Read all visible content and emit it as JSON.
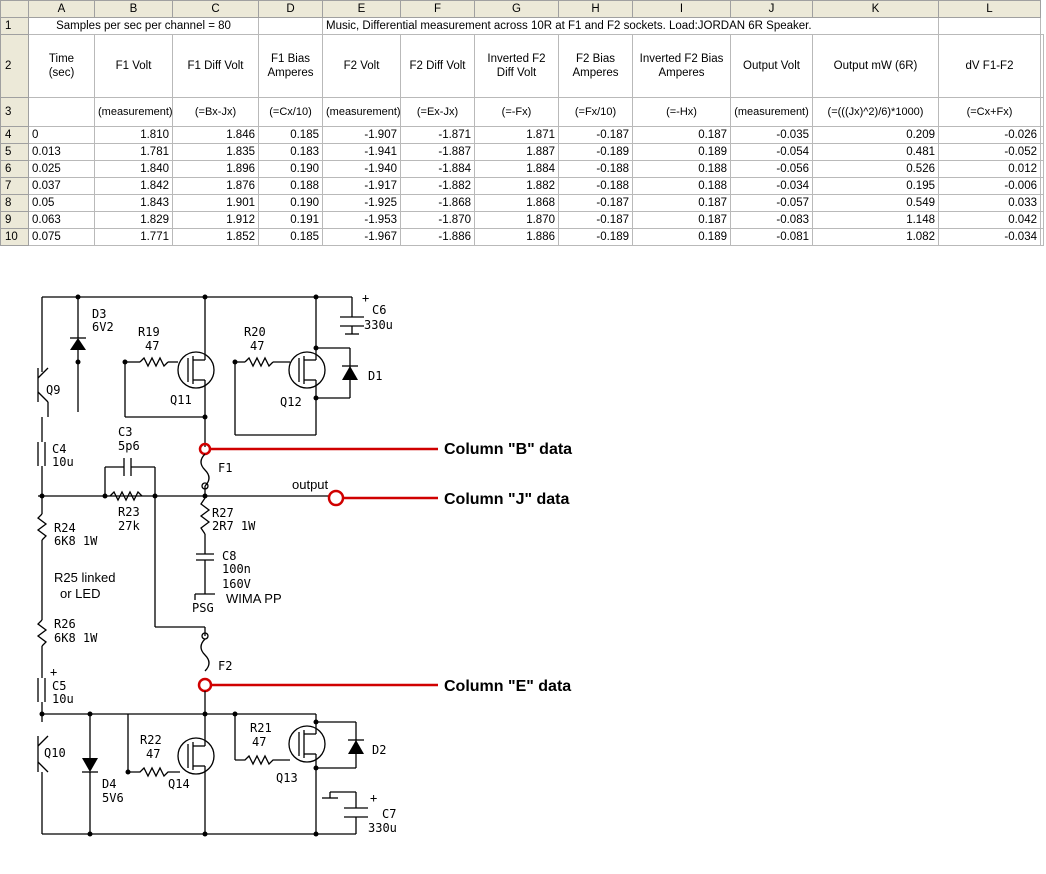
{
  "sheet": {
    "col_letters": [
      "A",
      "B",
      "C",
      "D",
      "E",
      "F",
      "G",
      "H",
      "I",
      "J",
      "K",
      "L"
    ],
    "row_numbers": [
      "1",
      "2",
      "3",
      "4",
      "5",
      "6",
      "7",
      "8",
      "9",
      "10"
    ],
    "row1": {
      "a_c": "Samples per sec per channel = 80",
      "e_k": "Music, Differential measurement across 10R at F1 and F2 sockets. Load:JORDAN 6R Speaker."
    },
    "headers": [
      "Time\n(sec)",
      "F1 Volt",
      "F1 Diff Volt",
      "F1 Bias\nAmperes",
      "F2 Volt",
      "F2 Diff Volt",
      "Inverted F2\nDiff Volt",
      "F2 Bias\nAmperes",
      "Inverted F2 Bias\nAmperes",
      "Output Volt",
      "Output mW (6R)",
      "dV        F1-F2"
    ],
    "formulas": [
      "",
      "(measurement)",
      "(=Bx-Jx)",
      "(=Cx/10)",
      "(measurement)",
      "(=Ex-Jx)",
      "(=-Fx)",
      "(=Fx/10)",
      "(=-Hx)",
      "(measurement)",
      "(=(((Jx)^2)/6)*1000)",
      "(=Cx+Fx)"
    ],
    "rows": [
      [
        "0",
        "1.810",
        "1.846",
        "0.185",
        "-1.907",
        "-1.871",
        "1.871",
        "-0.187",
        "0.187",
        "-0.035",
        "0.209",
        "-0.026"
      ],
      [
        "0.013",
        "1.781",
        "1.835",
        "0.183",
        "-1.941",
        "-1.887",
        "1.887",
        "-0.189",
        "0.189",
        "-0.054",
        "0.481",
        "-0.052"
      ],
      [
        "0.025",
        "1.840",
        "1.896",
        "0.190",
        "-1.940",
        "-1.884",
        "1.884",
        "-0.188",
        "0.188",
        "-0.056",
        "0.526",
        "0.012"
      ],
      [
        "0.037",
        "1.842",
        "1.876",
        "0.188",
        "-1.917",
        "-1.882",
        "1.882",
        "-0.188",
        "0.188",
        "-0.034",
        "0.195",
        "-0.006"
      ],
      [
        "0.05",
        "1.843",
        "1.901",
        "0.190",
        "-1.925",
        "-1.868",
        "1.868",
        "-0.187",
        "0.187",
        "-0.057",
        "0.549",
        "0.033"
      ],
      [
        "0.063",
        "1.829",
        "1.912",
        "0.191",
        "-1.953",
        "-1.870",
        "1.870",
        "-0.187",
        "0.187",
        "-0.083",
        "1.148",
        "0.042"
      ],
      [
        "0.075",
        "1.771",
        "1.852",
        "0.185",
        "-1.967",
        "-1.886",
        "1.886",
        "-0.189",
        "0.189",
        "-0.081",
        "1.082",
        "-0.034"
      ]
    ]
  },
  "schematic": {
    "components": {
      "d3": "D3",
      "d3v": "6V2",
      "r19": "R19",
      "r19v": "47",
      "r20": "R20",
      "r20v": "47",
      "c6": "C6",
      "c6v": "330u",
      "c6p": "+",
      "q9": "Q9",
      "q11": "Q11",
      "q12": "Q12",
      "d1": "D1",
      "c4": "C4",
      "c4v": "10u",
      "c3": "C3",
      "c3v": "5p6",
      "f1": "F1",
      "output": "output",
      "r23": "R23",
      "r23v": "27k",
      "r27": "R27",
      "r27v": "2R7 1W",
      "c8": "C8",
      "c8v": "100n",
      "c8v2": "160V",
      "c8v3": "WIMA PP",
      "psg": "PSG",
      "r24": "R24",
      "r24v": "6K8 1W",
      "r25a": "R25 linked",
      "r25b": "or LED",
      "r26": "R26",
      "r26v": "6K8 1W",
      "f2": "F2",
      "c5": "C5",
      "c5v": "10u",
      "c5p": "+",
      "q10": "Q10",
      "r22": "R22",
      "r22v": "47",
      "r21": "R21",
      "r21v": "47",
      "d2": "D2",
      "q14": "Q14",
      "q13": "Q13",
      "d4": "D4",
      "d4v": "5V6",
      "c7": "C7",
      "c7v": "330u",
      "c7p": "+"
    },
    "annotations": {
      "col_b": "Column \"B\" data",
      "col_j": "Column \"J\" data",
      "col_e": "Column \"E\" data"
    }
  }
}
